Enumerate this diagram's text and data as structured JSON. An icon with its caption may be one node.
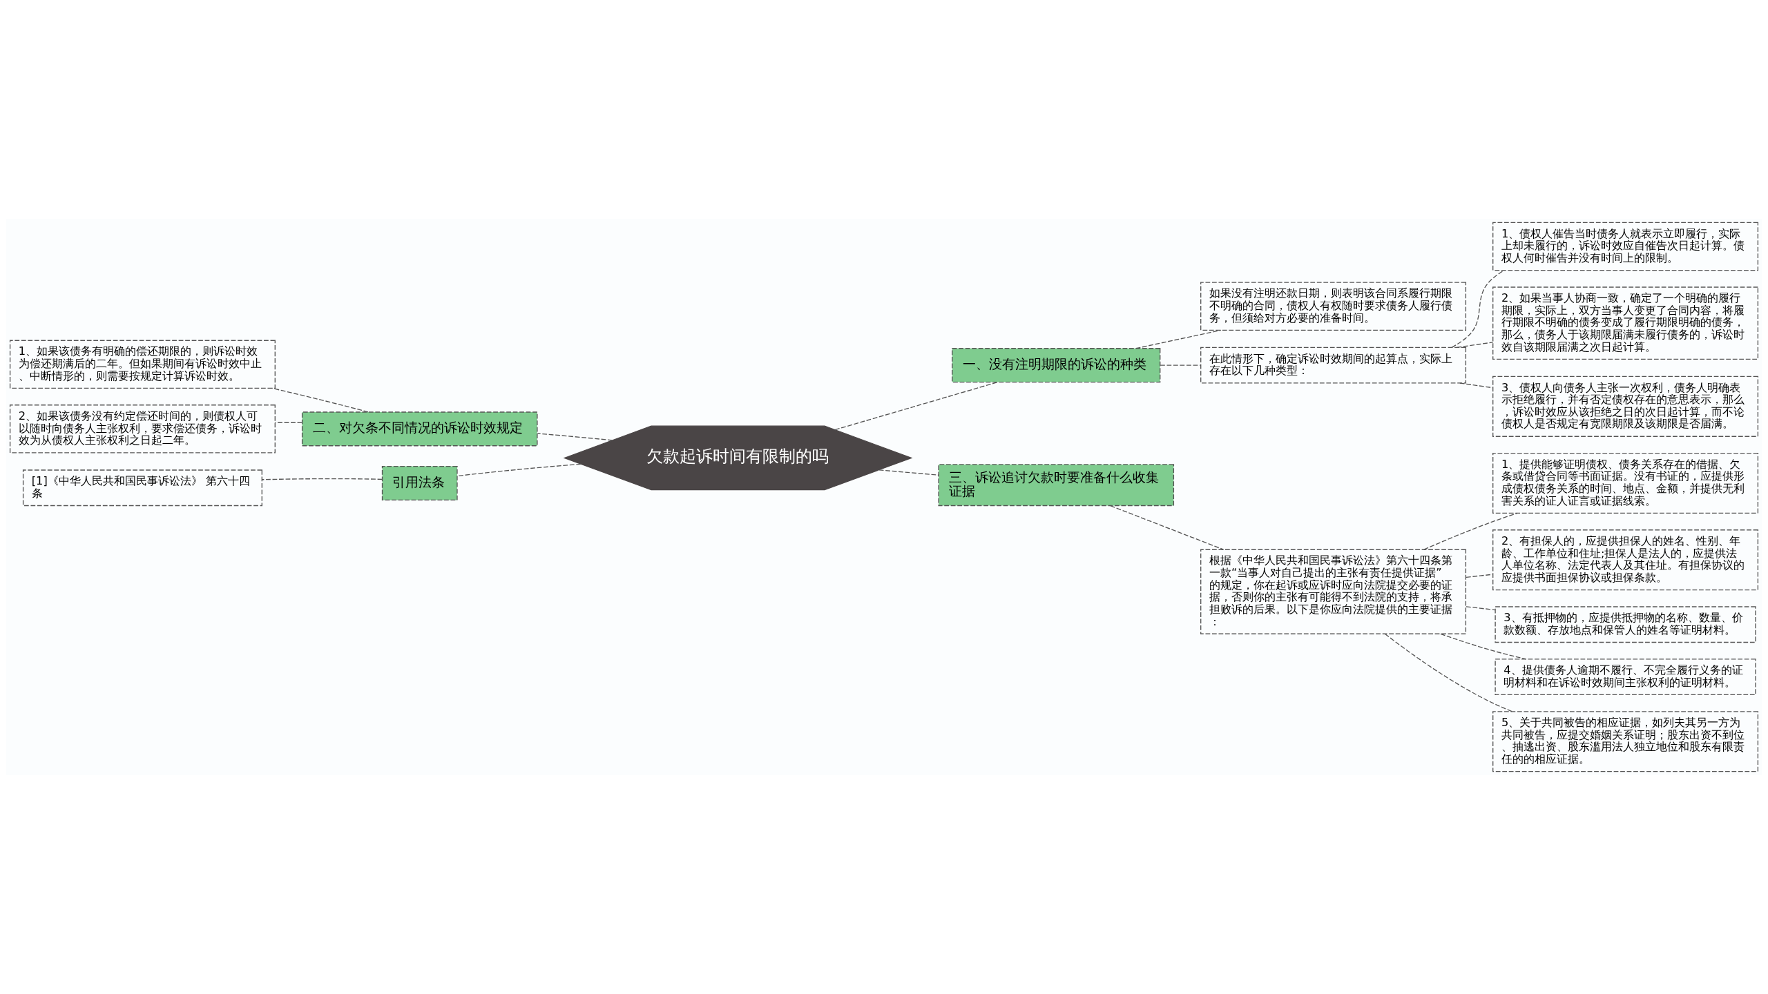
{
  "diagram": {
    "nodes": [
      {
        "text": [
          "欠款起诉时间有限制的吗"
        ]
      },
      {
        "text": [
          "一、没有注明期限的诉讼的种类"
        ]
      },
      {
        "text": [
          "如果没有注明还款日期，则表明该合同系履行期限不明确的合同，债权人有权随时要求债务人履行债务，但须给对方必要的准备时间。"
        ]
      },
      {
        "text": [
          "在此情形下，确定诉讼时效期间的起算点，实际上存在以下几种类型："
        ]
      },
      {
        "text": [
          "1、债权人催告当时债务人就表示立即履行，实际上却未履行的，诉讼时效应自催告次日起计算。债权人何时催告并没有时间上的限制。"
        ]
      },
      {
        "text": [
          "2、如果当事人协商一致，确定了一个明确的履行期限，实际上，双方当事人变更了合同内容，将履行期限不明确的债务变成了履行期限明确的债务，那么，债务人于该期限届满未履行债务的，诉讼时效自该期限届满之次日起计算。"
        ]
      },
      {
        "text": [
          "3、债权人向债务人主张一次权利，债务人明确表示拒绝履行，并有否定债权存在的意思表示，那么，诉讼时效应从该拒绝之日的次日起计算，而不论债权人是否规定有宽限期限及该期限是否届满。"
        ]
      },
      {
        "text": [
          "三、诉讼追讨欠款时要准备什么收集证据"
        ]
      },
      {
        "text": [
          "根据《中华人民共和国民事诉讼法》第六十四条第一款“当事人对自己提出的主张有责任提供证据”的规定，你在起诉或应诉时应向法院提交必要的证据，否则你的主张有可能得不到法院的支持，将承担败诉的后果。以下是你应向法院提供的主要证据："
        ]
      },
      {
        "text": [
          "1、提供能够证明债权、债务关系存在的借据、欠条或借贷合同等书面证据。没有书证的，应提供形成债权债务关系的时间、地点、金额，并提供无利害关系的证人证言或证据线索。"
        ]
      },
      {
        "text": [
          "2、有担保人的，应提供担保人的姓名、性别、年龄、工作单位和住址;担保人是法人的，应提供法人单位名称、法定代表人及其住址。有担保协议的应提供书面担保协议或担保条款。"
        ]
      },
      {
        "text": [
          "3、有抵押物的，应提供抵押物的名称、数量、价款数额、存放地点和保管人的姓名等证明材料。"
        ]
      },
      {
        "text": [
          "4、提供债务人逾期不履行、不完全履行义务的证明材料和在诉讼时效期间主张权利的证明材料。"
        ]
      },
      {
        "text": [
          "5、关于共同被告的相应证据，如列夫其另一方为共同被告，应提交婚姻关系证明；股东出资不到位、抽逃出资、股东滥用法人独立地位和股东有限责任的的相应证据。"
        ]
      },
      {
        "text": [
          "二、对欠条不同情况的诉讼时效规定"
        ]
      },
      {
        "text": [
          "1、如果该债务有明确的偿还期限的，则诉讼时效为偿还期满后的二年。但如果期间有诉讼时效中止、中断情形的，则需要按规定计算诉讼时效。"
        ]
      },
      {
        "text": [
          "2、如果该债务没有约定偿还时间的，则债权人可以随时向债务人主张权利，要求偿还债务，诉讼时效为从债权人主张权利之日起二年。"
        ]
      },
      {
        "text": [
          "引用法条"
        ]
      },
      {
        "text": [
          "[1]《中华人民共和国民事诉讼法》 第六十四条"
        ]
      }
    ],
    "edges": [
      {
        "from": 0,
        "to": 1,
        "arrow": "none"
      },
      {
        "from": 1,
        "to": 2,
        "arrow": "none"
      },
      {
        "from": 1,
        "to": 3,
        "arrow": "none"
      },
      {
        "from": 3,
        "to": 4,
        "arrow": "none"
      },
      {
        "from": 3,
        "to": 5,
        "arrow": "none"
      },
      {
        "from": 3,
        "to": 6,
        "arrow": "none"
      },
      {
        "from": 0,
        "to": 7,
        "arrow": "none"
      },
      {
        "from": 7,
        "to": 8,
        "arrow": "none"
      },
      {
        "from": 8,
        "to": 9,
        "arrow": "none"
      },
      {
        "from": 8,
        "to": 10,
        "arrow": "none"
      },
      {
        "from": 8,
        "to": 11,
        "arrow": "none"
      },
      {
        "from": 8,
        "to": 12,
        "arrow": "none"
      },
      {
        "from": 8,
        "to": 13,
        "arrow": "none"
      },
      {
        "from": 0,
        "to": 14,
        "arrow": "none"
      },
      {
        "from": 14,
        "to": 15,
        "arrow": "none"
      },
      {
        "from": 14,
        "to": 16,
        "arrow": "none"
      },
      {
        "from": 0,
        "to": 17,
        "arrow": "none"
      },
      {
        "from": 17,
        "to": 18,
        "arrow": "none"
      }
    ]
  }
}
